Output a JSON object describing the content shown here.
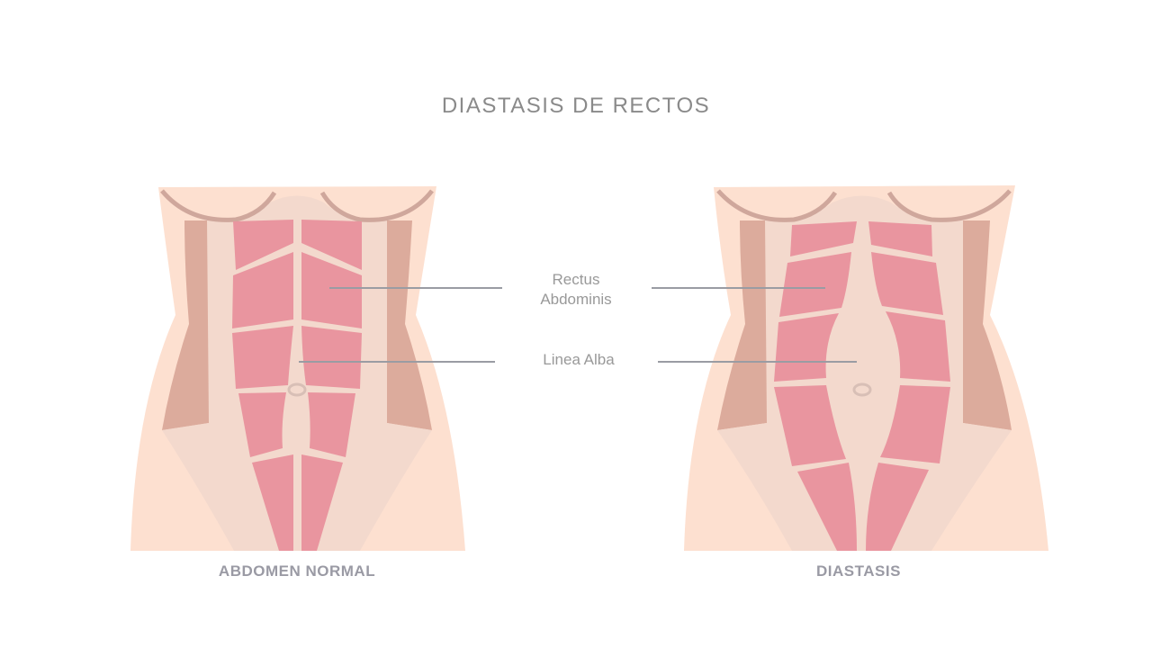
{
  "title": "DIASTASIS DE RECTOS",
  "labels": {
    "rectus": "Rectus\nAbdominis",
    "rectus_line1": "Rectus",
    "rectus_line2": "Abdominis",
    "linea": "Linea Alba"
  },
  "captions": {
    "normal": "ABDOMEN NORMAL",
    "diastasis": "DIASTASIS"
  },
  "colors": {
    "skin": "#fde0d0",
    "fascia": "#f3d9cd",
    "oblique": "#dcab9c",
    "muscle": "#e9959f",
    "pointer": "#9a9ca3",
    "navel": "#d8bfb6"
  }
}
